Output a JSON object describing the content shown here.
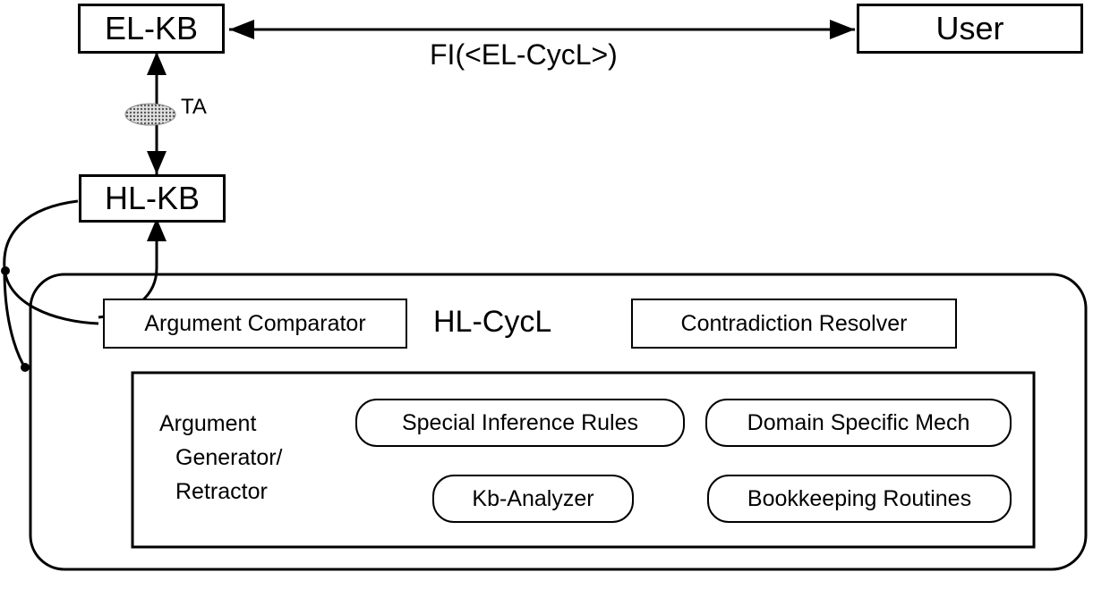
{
  "nodes": {
    "el_kb": "EL-KB",
    "user": "User",
    "hl_kb": "HL-KB",
    "hl_cycl": "HL-CycL",
    "argument_comparator": "Argument Comparator",
    "contradiction_resolver": "Contradiction Resolver",
    "argument_generator_lines": [
      "Argument",
      "Generator/",
      "Retractor"
    ],
    "special_inference_rules": "Special Inference Rules",
    "domain_specific_mech": "Domain Specific Mech",
    "kb_analyzer": "Kb-Analyzer",
    "bookkeeping_routines": "Bookkeeping Routines"
  },
  "edges": {
    "el_user_label": "FI(<EL-CycL>)",
    "ta_label": "TA"
  },
  "colors": {
    "stroke": "#000000",
    "ta_marker": "#9a9a9a"
  }
}
